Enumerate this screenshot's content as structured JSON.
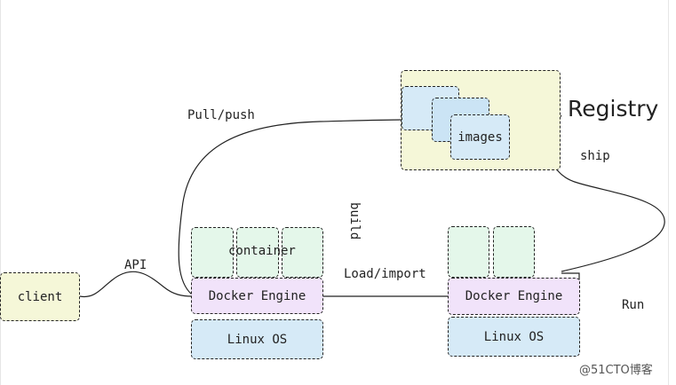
{
  "registry": {
    "title": "Registry",
    "images_label": "images"
  },
  "client": {
    "label": "client"
  },
  "host_left": {
    "container_label": "container",
    "engine_label": "Docker Engine",
    "os_label": "Linux OS"
  },
  "host_right": {
    "engine_label": "Docker Engine",
    "os_label": "Linux OS"
  },
  "edges": {
    "api": "API",
    "pull_push": "Pull/push",
    "build": "build",
    "load_import": "Load/import",
    "ship": "ship",
    "run": "Run"
  },
  "watermark": "@51CTO博客",
  "colors": {
    "yellow": "#f5f7d8",
    "green": "#e4f7ea",
    "purple": "#f1e3fa",
    "blue": "#d6eaf7",
    "border": "#222222"
  }
}
